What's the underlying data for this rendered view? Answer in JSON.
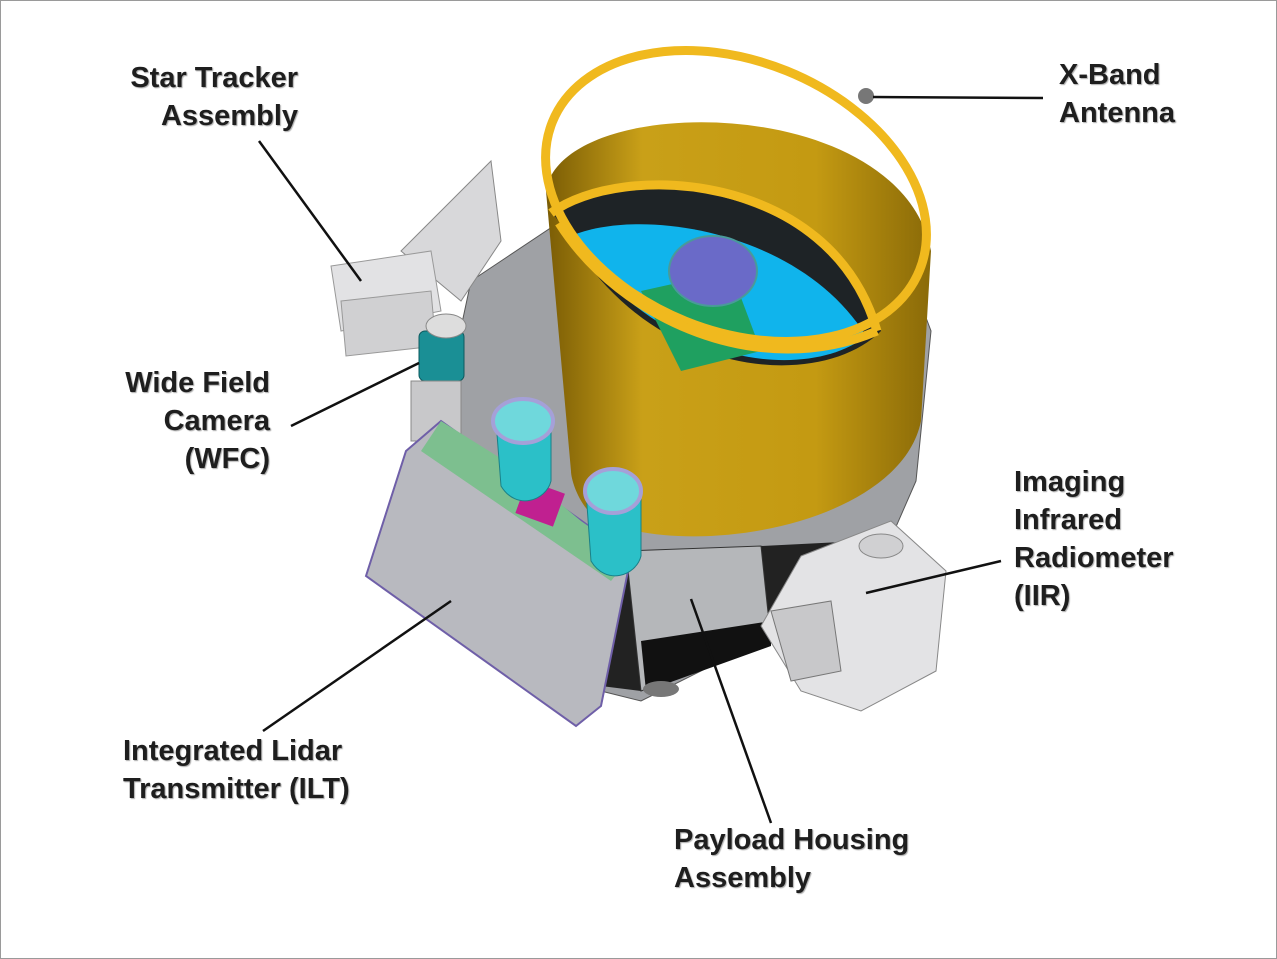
{
  "labels": {
    "star_tracker": [
      "Star Tracker",
      "Assembly"
    ],
    "x_band": [
      "X-Band",
      "Antenna"
    ],
    "wfc": [
      "Wide Field",
      "Camera",
      "(WFC)"
    ],
    "iir": [
      "Imaging",
      "Infrared",
      "Radiometer",
      "(IIR)"
    ],
    "ilt": [
      "Integrated Lidar",
      "Transmitter (ILT)"
    ],
    "payload": [
      "Payload Housing",
      "Assembly"
    ]
  },
  "colors": {
    "cylinder": "#c49a12",
    "rim": "#f0b91e",
    "mirror": "#10b4ec",
    "secondary": "#6a6ac8",
    "tube": "#1fa060",
    "body": "#a8aaae"
  }
}
